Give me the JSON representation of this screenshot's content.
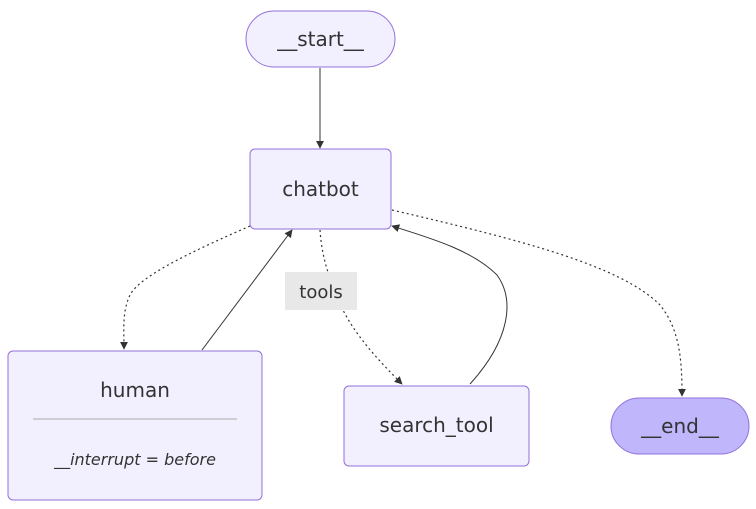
{
  "nodes": {
    "start": {
      "label": "__start__"
    },
    "chatbot": {
      "label": "chatbot"
    },
    "human": {
      "label": "human",
      "annotation": "__interrupt = before"
    },
    "search_tool": {
      "label": "search_tool"
    },
    "end": {
      "label": "__end__"
    }
  },
  "edges": [
    {
      "from": "__start__",
      "to": "chatbot",
      "style": "solid",
      "label": ""
    },
    {
      "from": "chatbot",
      "to": "human",
      "style": "dotted",
      "label": ""
    },
    {
      "from": "human",
      "to": "chatbot",
      "style": "solid",
      "label": ""
    },
    {
      "from": "chatbot",
      "to": "search_tool",
      "style": "dotted",
      "label": "tools"
    },
    {
      "from": "search_tool",
      "to": "chatbot",
      "style": "solid",
      "label": ""
    },
    {
      "from": "chatbot",
      "to": "__end__",
      "style": "dotted",
      "label": ""
    }
  ],
  "colors": {
    "node_fill": "#f2f0ff",
    "node_stroke": "#9370db",
    "end_fill": "#bfb6fc",
    "edge": "#333333",
    "label_bg": "#e8e8e8"
  }
}
